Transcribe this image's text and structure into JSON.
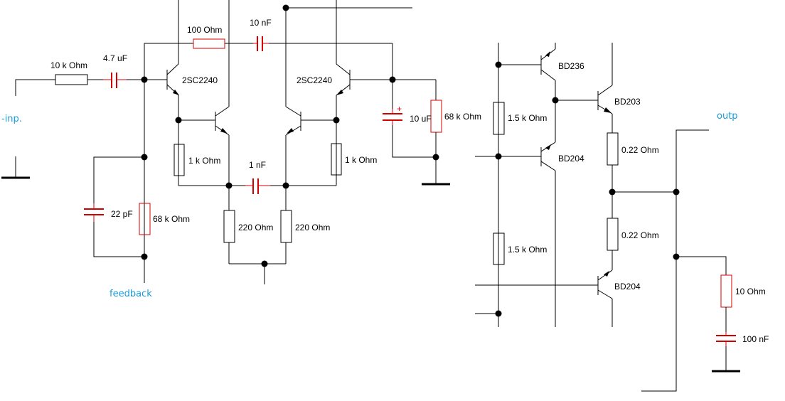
{
  "labels": {
    "r_input": "10 k Ohm",
    "c_input": "4.7 uF",
    "r_bridge": "100  Ohm",
    "c_bridge": "10 nF",
    "q1": "2SC2240",
    "q2": "2SC2240",
    "r_e1": "1 k Ohm",
    "r_e2": "1 k Ohm",
    "c_mid": "1 nF",
    "r_220a": "220  Ohm",
    "r_220b": "220  Ohm",
    "c_fb": "22 pF",
    "r_fb": "68 k Ohm",
    "c_10u": "10 uF",
    "c_10u_plus": "+",
    "r_68k_right": "68 k Ohm",
    "q_bd236": "BD236",
    "q_bd203": "BD203",
    "q_bd204a": "BD204",
    "q_bd204b": "BD204",
    "r_15k_a": "1.5 k Ohm",
    "r_15k_b": "1.5 k Ohm",
    "r_022a": "0.22  Ohm",
    "r_022b": "0.22  Ohm",
    "r_10": "10  Ohm",
    "c_100n": "100 nF"
  },
  "ports": {
    "input": "-inp.",
    "feedback": "feedback",
    "output": "outp"
  },
  "colors": {
    "component": "#d40000",
    "wire": "#000000",
    "port_label": "#1a9ad6"
  }
}
